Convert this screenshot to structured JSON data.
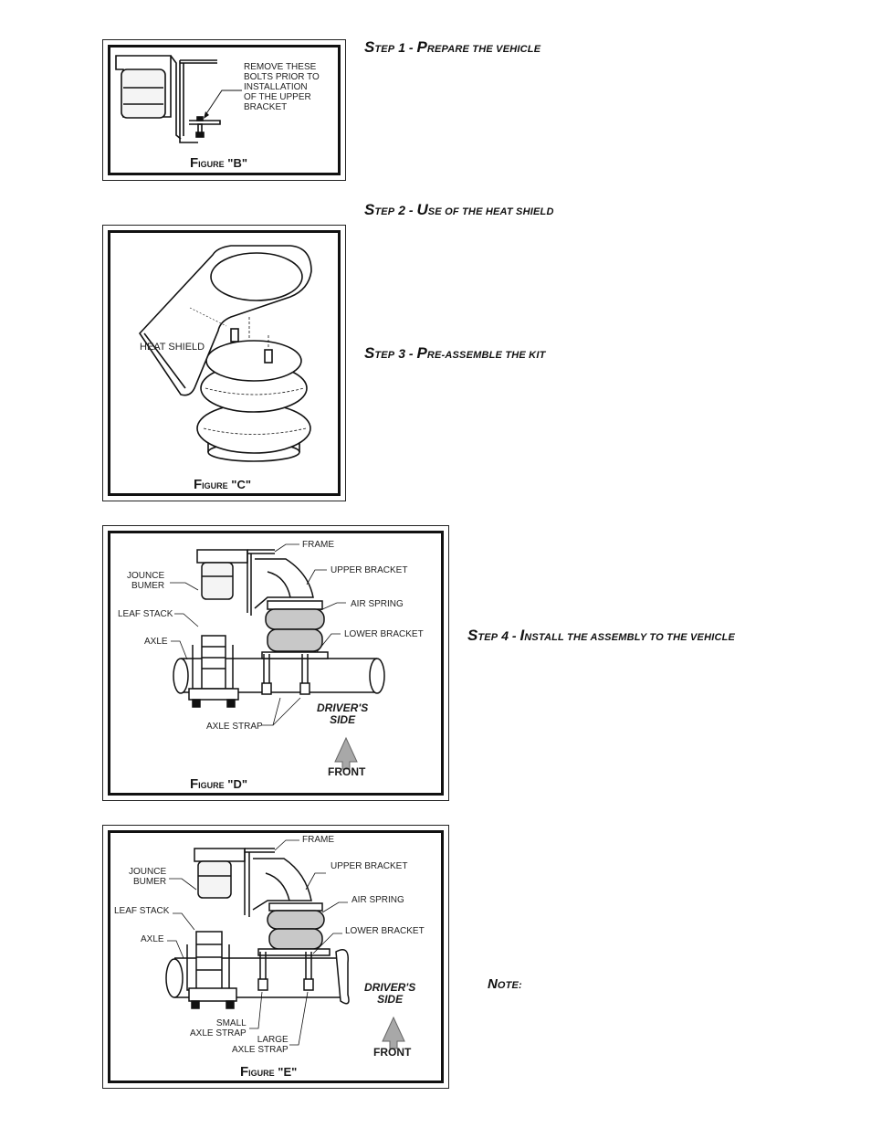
{
  "figures": {
    "b": {
      "caption_first": "F",
      "caption_rest": "igure \"B\"",
      "callout": "REMOVE THESE\nBOLTS PRIOR TO\nINSTALLATION\nOF THE UPPER\nBRACKET"
    },
    "c": {
      "caption_first": "F",
      "caption_rest": "igure \"C\"",
      "heat_shield": "HEAT SHIELD"
    },
    "d": {
      "caption_first": "F",
      "caption_rest": "igure \"D\"",
      "frame": "FRAME",
      "jounce": "JOUNCE\nBUMER",
      "upper_bracket": "UPPER BRACKET",
      "air_spring": "AIR SPRING",
      "leaf_stack": "LEAF STACK",
      "lower_bracket": "LOWER BRACKET",
      "axle": "AXLE",
      "axle_strap": "AXLE STRAP",
      "drivers_side": "DRIVER'S\nSIDE",
      "front": "FRONT"
    },
    "e": {
      "caption_first": "F",
      "caption_rest": "igure \"E\"",
      "frame": "FRAME",
      "jounce": "JOUNCE\nBUMER",
      "upper_bracket": "UPPER BRACKET",
      "air_spring": "AIR SPRING",
      "leaf_stack": "LEAF STACK",
      "lower_bracket": "LOWER BRACKET",
      "axle": "AXLE",
      "small_strap": "SMALL\nAXLE STRAP",
      "large_strap": "LARGE\nAXLE STRAP",
      "drivers_side": "DRIVER'S\nSIDE",
      "front": "FRONT"
    }
  },
  "steps": [
    {
      "s": "S",
      "tep": "tep",
      "num": " 1 - ",
      "cap": "P",
      "rest": "repare the vehicle"
    },
    {
      "s": "S",
      "tep": "tep",
      "num": " 2 - ",
      "cap": "U",
      "rest": "se of the heat shield"
    },
    {
      "s": "S",
      "tep": "tep",
      "num": " 3 - ",
      "cap": "P",
      "rest": "re-assemble the kit"
    },
    {
      "s": "S",
      "tep": "tep",
      "num": " 4 - ",
      "cap": "I",
      "rest": "nstall the assembly to the vehicle"
    }
  ],
  "note": {
    "cap": "N",
    "rest": "ote:"
  },
  "colors": {
    "ink": "#111111",
    "spring_fill": "#c8c8c8",
    "arrow_fill": "#a8a8a8"
  }
}
